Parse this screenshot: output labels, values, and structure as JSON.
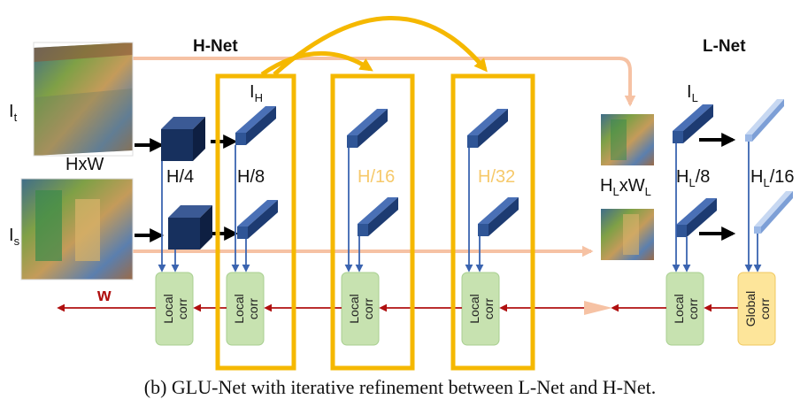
{
  "h_net_title": "H-Net",
  "l_net_title": "L-Net",
  "input_labels": {
    "target_main": "I",
    "target_sub": "t",
    "source_main": "I",
    "source_sub": "s",
    "size_original": "HxW",
    "h_net_i_main": "I",
    "h_net_i_sub": "H",
    "l_net_i_main": "I",
    "l_net_i_sub": "L",
    "size_low_main_1": "H",
    "size_low_sub_1": "L",
    "size_low_mid": "xW",
    "size_low_sub_2": "L"
  },
  "scale_labels": {
    "h4": "H/4",
    "h8": "H/8",
    "h16": "H/16",
    "h32": "H/32",
    "hl8_main": "H",
    "hl8_sub": "L",
    "hl8_suffix": "/8",
    "hl16_main": "H",
    "hl16_sub": "L",
    "hl16_suffix": "/16"
  },
  "corr_labels": {
    "local_line1": "Local",
    "local_line2": "corr",
    "global_line1": "Global",
    "global_line2": "corr"
  },
  "flow_label": "w",
  "caption": "(b) GLU-Net with iterative refinement between L-Net and H-Net.",
  "colors": {
    "refinement_box": "#f5b800",
    "dark_cube": "#17305e",
    "blue_feature": "#2f5596",
    "light_feature": "#9bb8e6",
    "local_corr_fill": "#c7e2b0",
    "global_corr_fill": "#fde59a",
    "flow_arrow": "#b01010",
    "skip_arrow": "#f6c2a4"
  }
}
